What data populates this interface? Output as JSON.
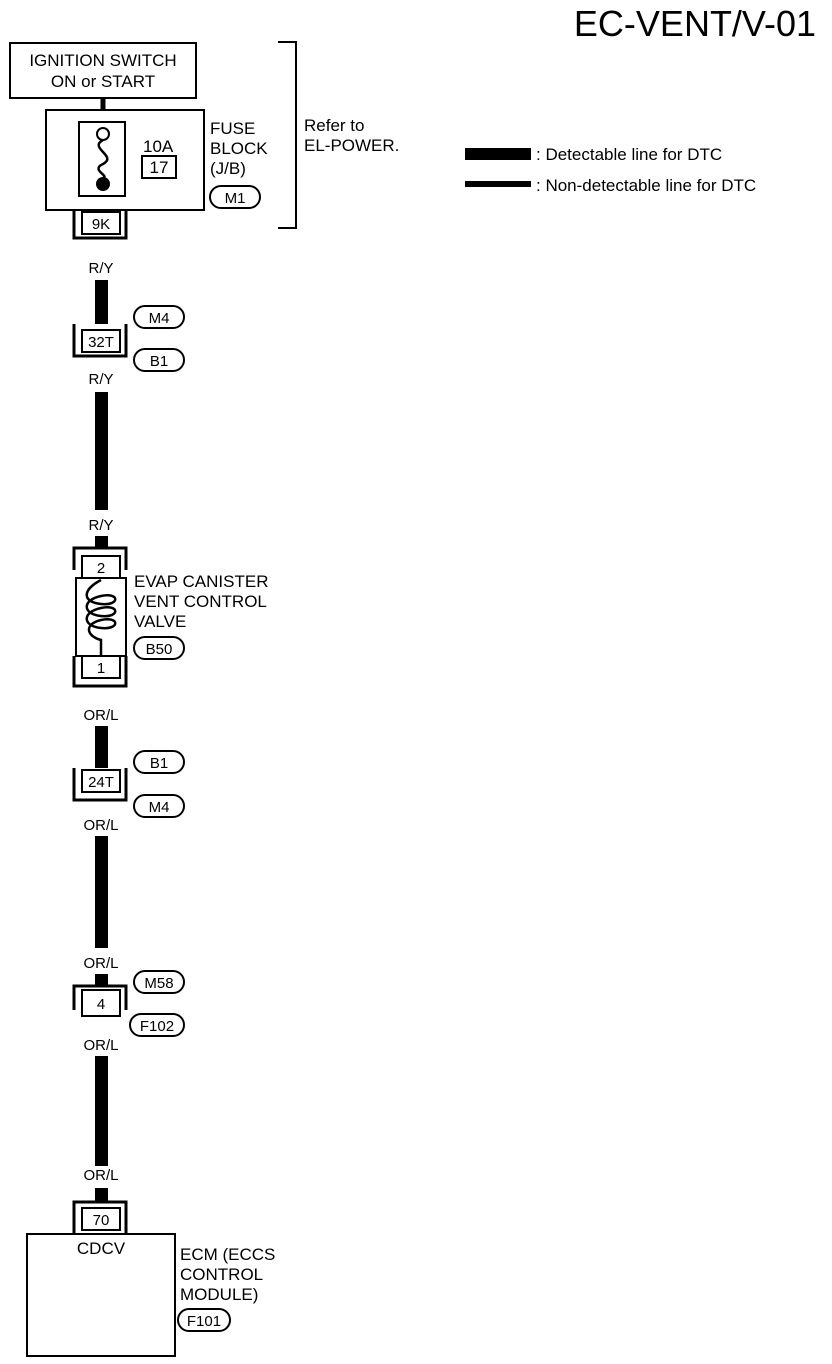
{
  "title": "EC-VENT/V-01",
  "ignition": {
    "line1": "IGNITION SWITCH",
    "line2": "ON or START"
  },
  "fuse": {
    "rating": "10A",
    "number": "17",
    "label1": "FUSE",
    "label2": "BLOCK",
    "label3": "(J/B)",
    "connector": "M1",
    "terminal": "9K"
  },
  "refer": {
    "line1": "Refer to",
    "line2": "EL-POWER."
  },
  "legend": {
    "detectable": ": Detectable line for DTC",
    "non_detectable": ": Non-detectable line for DTC"
  },
  "wires": {
    "r_y": "R/Y",
    "or_l": "OR/L"
  },
  "joint1": {
    "terminal": "32T",
    "conn_top": "M4",
    "conn_bottom": "B1"
  },
  "valve": {
    "pin_top": "2",
    "pin_bottom": "1",
    "label1": "EVAP CANISTER",
    "label2": "VENT CONTROL",
    "label3": "VALVE",
    "connector": "B50"
  },
  "joint2": {
    "terminal": "24T",
    "conn_top": "B1",
    "conn_bottom": "M4"
  },
  "joint3": {
    "terminal": "4",
    "conn_top": "M58",
    "conn_bottom": "F102"
  },
  "ecm": {
    "pin": "70",
    "signal": "CDCV",
    "label1": "ECM (ECCS",
    "label2": "CONTROL",
    "label3": "MODULE)",
    "connector": "F101"
  }
}
